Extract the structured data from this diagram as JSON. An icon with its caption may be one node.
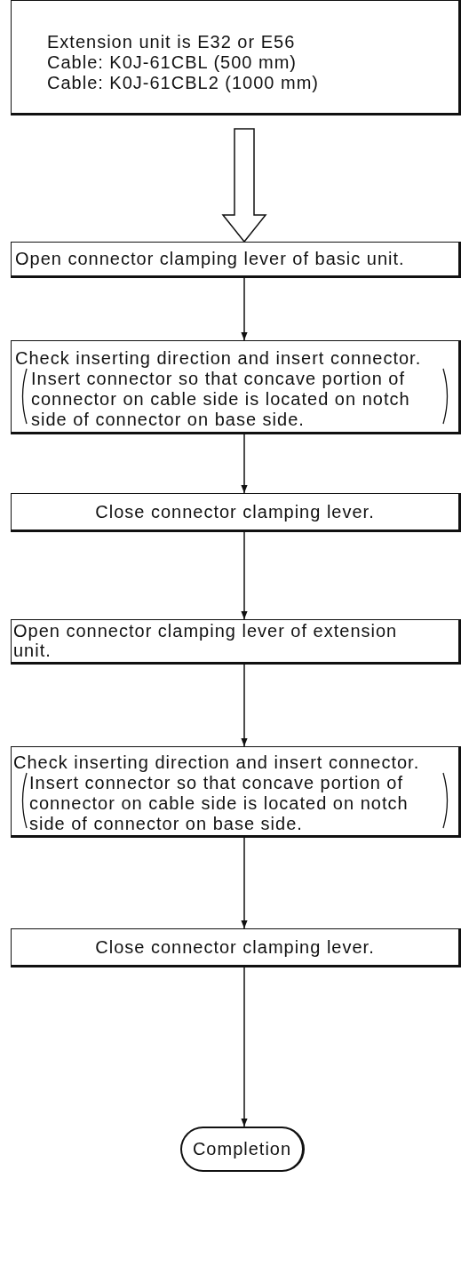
{
  "diagram": {
    "nodes": [
      {
        "text": [
          "Extension unit is E32 or E56",
          "Cable: K0J-61CBL (500 mm)",
          "Cable: K0J-61CBL2 (1000 mm)"
        ]
      },
      {
        "text": [
          "Open connector clamping lever of basic unit."
        ]
      },
      {
        "text": [
          "Check inserting direction and insert connector.",
          "Insert connector so that concave portion of connector on cable side is located on notch side of connector on base side."
        ]
      },
      {
        "text": [
          "Close connector clamping lever."
        ]
      },
      {
        "text": [
          "Open connector clamping lever of extension unit."
        ]
      },
      {
        "text": [
          "Check inserting direction and insert connector.",
          "Insert connector so that concave portion of connector on cable side is located on notch side of connector on base side."
        ]
      },
      {
        "text": [
          "Close connector clamping lever."
        ]
      },
      {
        "text": [
          "Completion"
        ]
      }
    ],
    "edges": [
      {
        "from": 0,
        "to": 1,
        "arrow": "to",
        "style": "thick"
      },
      {
        "from": 1,
        "to": 2,
        "arrow": "to"
      },
      {
        "from": 2,
        "to": 3,
        "arrow": "to"
      },
      {
        "from": 3,
        "to": 4,
        "arrow": "to"
      },
      {
        "from": 4,
        "to": 5,
        "arrow": "to"
      },
      {
        "from": 5,
        "to": 6,
        "arrow": "to"
      },
      {
        "from": 6,
        "to": 7,
        "arrow": "to"
      }
    ]
  }
}
